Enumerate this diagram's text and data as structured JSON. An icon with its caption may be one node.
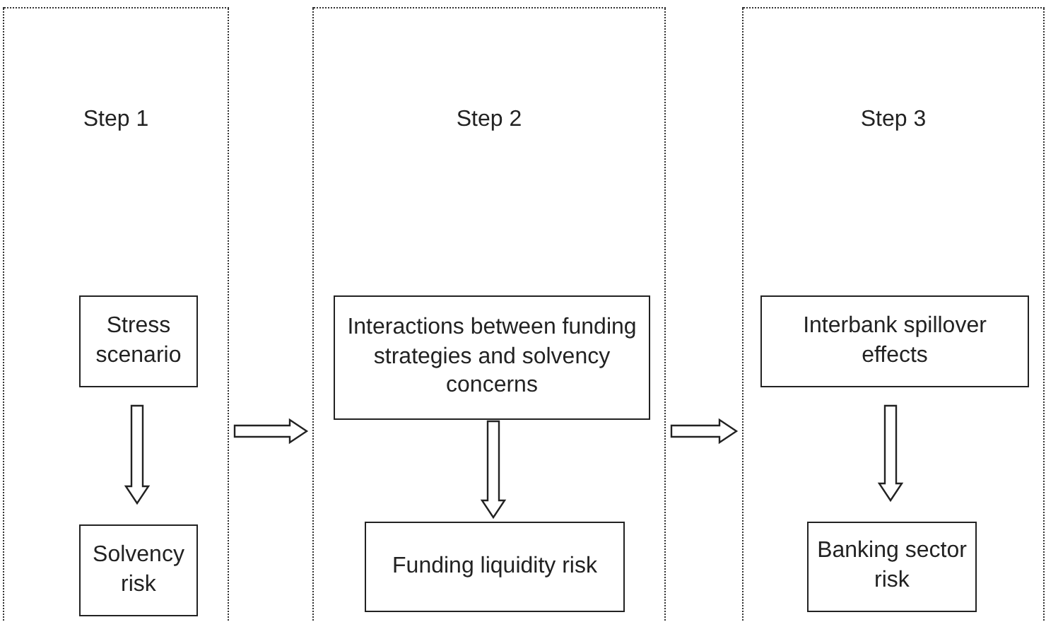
{
  "diagram": {
    "nodes": [
      {
        "text": [
          "Step 1"
        ]
      },
      {
        "text": [
          "Stress scenario"
        ],
        "in": 0
      },
      {
        "text": [
          "Solvency risk"
        ],
        "in": 0
      },
      {
        "text": [
          "Step 2"
        ]
      },
      {
        "text": [
          "Interactions between funding strategies and solvency concerns"
        ],
        "in": 3
      },
      {
        "text": [
          "Funding liquidity risk"
        ],
        "in": 3
      },
      {
        "text": [
          "Step 3"
        ]
      },
      {
        "text": [
          "Interbank spillover effects"
        ],
        "in": 6
      },
      {
        "text": [
          "Banking sector risk"
        ],
        "in": 6
      }
    ],
    "edges": [
      {
        "from": 1,
        "to": 2,
        "arrow": "to"
      },
      {
        "from": 4,
        "to": 5,
        "arrow": "to"
      },
      {
        "from": 7,
        "to": 8,
        "arrow": "to"
      },
      {
        "from": 0,
        "to": 3,
        "arrow": "to"
      },
      {
        "from": 3,
        "to": 6,
        "arrow": "to"
      }
    ]
  }
}
